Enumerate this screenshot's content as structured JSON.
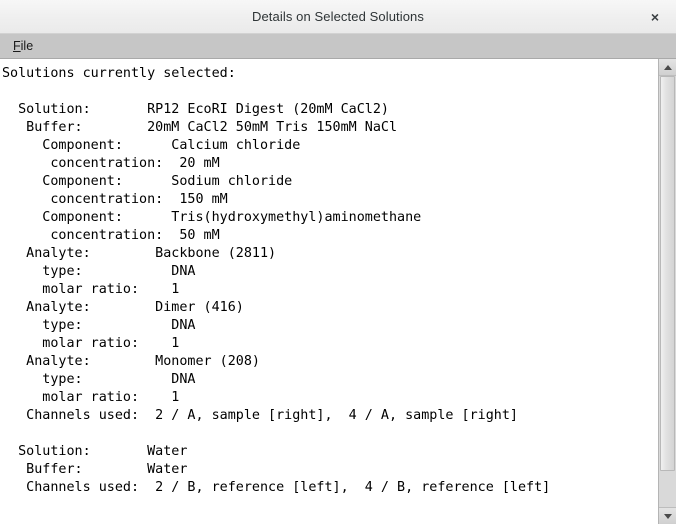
{
  "window": {
    "title": "Details on Selected Solutions",
    "close_label": "×"
  },
  "menubar": {
    "items": [
      {
        "label": "File",
        "accel": "F",
        "rest": "ile"
      }
    ]
  },
  "report": {
    "heading": "Solutions currently selected:",
    "text": "Solutions currently selected:\n\n  Solution:       RP12 EcoRI Digest (20mM CaCl2)\n   Buffer:        20mM CaCl2 50mM Tris 150mM NaCl\n     Component:      Calcium chloride\n      concentration:  20 mM\n     Component:      Sodium chloride\n      concentration:  150 mM\n     Component:      Tris(hydroxymethyl)aminomethane\n      concentration:  50 mM\n   Analyte:        Backbone (2811)\n     type:           DNA\n     molar ratio:    1\n   Analyte:        Dimer (416)\n     type:           DNA\n     molar ratio:    1\n   Analyte:        Monomer (208)\n     type:           DNA\n     molar ratio:    1\n   Channels used:  2 / A, sample [right],  4 / A, sample [right]\n\n  Solution:       Water\n   Buffer:        Water\n   Channels used:  2 / B, reference [left],  4 / B, reference [left]",
    "solutions": [
      {
        "name": "RP12 EcoRI Digest (20mM CaCl2)",
        "buffer": "20mM CaCl2 50mM Tris 150mM NaCl",
        "components": [
          {
            "name": "Calcium chloride",
            "concentration": "20 mM"
          },
          {
            "name": "Sodium chloride",
            "concentration": "150 mM"
          },
          {
            "name": "Tris(hydroxymethyl)aminomethane",
            "concentration": "50 mM"
          }
        ],
        "analytes": [
          {
            "name": "Backbone (2811)",
            "type": "DNA",
            "molar_ratio": "1"
          },
          {
            "name": "Dimer (416)",
            "type": "DNA",
            "molar_ratio": "1"
          },
          {
            "name": "Monomer (208)",
            "type": "DNA",
            "molar_ratio": "1"
          }
        ],
        "channels_used": "2 / A, sample [right],  4 / A, sample [right]"
      },
      {
        "name": "Water",
        "buffer": "Water",
        "components": [],
        "analytes": [],
        "channels_used": "2 / B, reference [left],  4 / B, reference [left]"
      }
    ],
    "labels": {
      "solution": "Solution:",
      "buffer": "Buffer:",
      "component": "Component:",
      "concentration": "concentration:",
      "analyte": "Analyte:",
      "type": "type:",
      "molar_ratio": "molar ratio:",
      "channels_used": "Channels used:"
    }
  },
  "scrollbar": {
    "up_arrow": "scroll-up-arrow",
    "down_arrow": "scroll-down-arrow"
  },
  "colors": {
    "titlebar_bg": "#f0f0f0",
    "menubar_bg": "#c6c6c6",
    "content_bg": "#ffffff",
    "text": "#000000",
    "scrollbar_bg": "#d6d6d6"
  }
}
